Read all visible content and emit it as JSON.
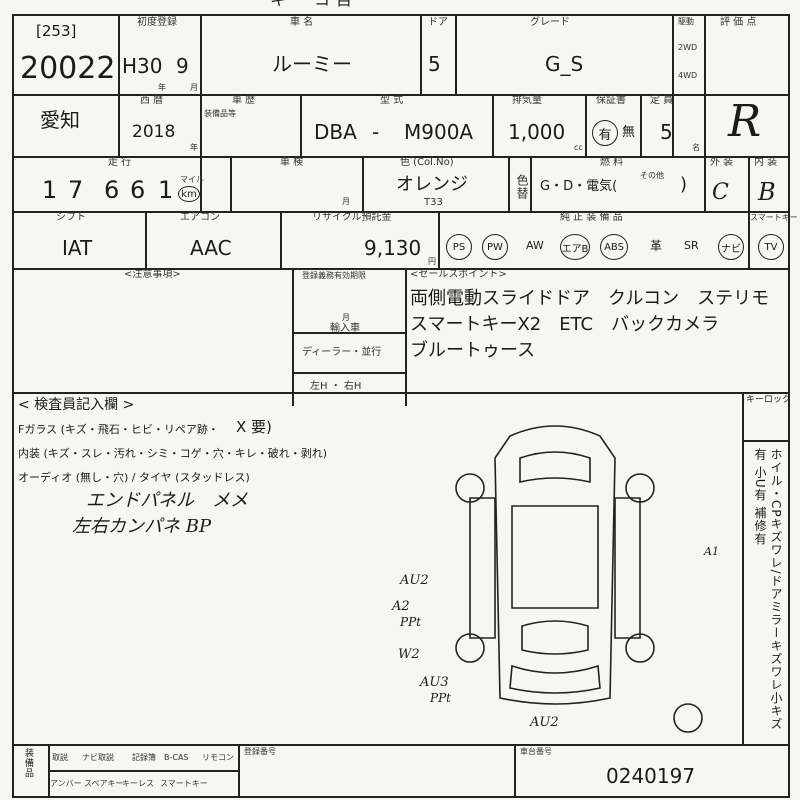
{
  "header_fragment": "キーコ目",
  "lot_number": "[253]",
  "lot_id": "20022",
  "registration": {
    "label": "初度登録",
    "era": "H30",
    "month": "9",
    "year_unit": "年",
    "month_unit": "月"
  },
  "car_name": {
    "label": "車 名",
    "value": "ルーミー"
  },
  "doors": {
    "label": "ドア",
    "value": "5"
  },
  "grade": {
    "label": "グレード",
    "value": "G_S"
  },
  "drive": {
    "label": "駆動",
    "opt_2wd": "2WD",
    "opt_4wd": "4WD"
  },
  "rating": {
    "label": "評 価 点",
    "value": "R"
  },
  "region": "愛知",
  "year": {
    "label": "西 暦",
    "value": "2018",
    "unit": "年"
  },
  "plate": {
    "label": "車 歴",
    "sub": "装備品等"
  },
  "model": {
    "label": "型 式",
    "prefix": "DBA",
    "dash": "-",
    "code": "M900A"
  },
  "displacement": {
    "label": "排気量",
    "value": "1,000",
    "unit": "cc"
  },
  "warranty": {
    "label": "保証書",
    "yes": "有",
    "no": "無"
  },
  "capacity": {
    "label": "定 員",
    "value": "5",
    "unit": "名"
  },
  "mileage": {
    "label": "走 行",
    "digits": [
      "1",
      "7",
      "6",
      "6",
      "1"
    ],
    "unit_top": "マイル",
    "unit": "km"
  },
  "inspection_label": "車 検",
  "inspection_month": "月",
  "color": {
    "label": "色 (Col.No)",
    "value": "オレンジ",
    "code": "T33",
    "side": "色替"
  },
  "fuel": {
    "label": "燃 料",
    "value": "G・D・電気(",
    "other": "その他",
    "close": ")"
  },
  "exterior": {
    "label": "外 装",
    "value": "C"
  },
  "interior": {
    "label": "内 装",
    "value": "B"
  },
  "shift": {
    "label": "シフト",
    "value": "IAT"
  },
  "aircon": {
    "label": "エアコン",
    "value": "AAC"
  },
  "recycle": {
    "label": "リサイクル預託金",
    "value": "9,130",
    "unit": "円"
  },
  "options_label": "純 正 装 備 品",
  "smartkey_label": "スマートキー",
  "options": [
    "PS",
    "PW",
    "AW",
    "エアB",
    "ABS",
    "革",
    "SR",
    "ナビ",
    "TV"
  ],
  "notes_label": "<注意事項>",
  "recall_label": "登録義務有効期限",
  "recall_month": "月",
  "import_label": "輸入車",
  "import_dealer": "ディーラー・並行",
  "handle": "左H ・ 右H",
  "sales_label": "<セールスポイント>",
  "sales_points": [
    "両側電動スライドドア　クルコン　ステリモ",
    "スマートキーX2　ETC　バックカメラ",
    "ブルートゥース"
  ],
  "inspector_label": "< 検査員記入欄 >",
  "f_glass": "Fガラス (キズ・飛石・ヒビ・リペア跡・",
  "f_glass_hand": "X 要)",
  "interior_note": "内装 (キズ・スレ・汚れ・シミ・コゲ・穴・キレ・破れ・剥れ)",
  "audio_note": "オーディオ (無し・穴) / タイヤ (スタッドレス)",
  "hand_notes": [
    "エンドパネル　メメ",
    "左右カンパネ BP"
  ],
  "diagram_marks": {
    "a1": "A1",
    "au2_top": "AU2",
    "a2": "A2",
    "ppt1": "PPt",
    "w2": "W2",
    "au3": "AU3",
    "ppt2": "PPt",
    "au2_bottom": "AU2"
  },
  "keylock_label": "キーロック",
  "side_text": "ホイル・CPキズワレ/ドアミラーキズワレ小キズ有 小U有 補修有",
  "bottom": {
    "equip_label": "装備品",
    "items_row1": [
      "取説",
      "ナビ取説",
      "記録簿",
      "B-CAS",
      "リモコン"
    ],
    "items_row2": [
      "アンバー",
      "スペアキー",
      "キーレス",
      "スマートキー"
    ],
    "reg_no_label": "登録番号",
    "chassis_label": "車台番号",
    "chassis_value": "0240197"
  }
}
